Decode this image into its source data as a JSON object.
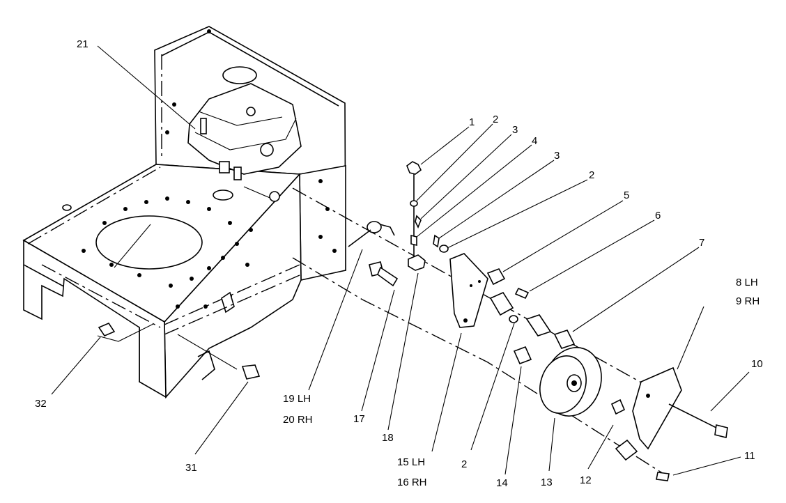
{
  "callouts": {
    "c1": "1",
    "c2a": "2",
    "c3a": "3",
    "c4": "4",
    "c3b": "3",
    "c2b": "2",
    "c5": "5",
    "c6": "6",
    "c7": "7",
    "c8": "8 LH",
    "c9": "9 RH",
    "c10": "10",
    "c11": "11",
    "c12": "12",
    "c13": "13",
    "c14": "14",
    "c2c": "2",
    "c15": "15 LH",
    "c16": "16 RH",
    "c17": "17",
    "c18": "18",
    "c19": "19 LH",
    "c20": "20 RH",
    "c21": "21",
    "c31": "31",
    "c32": "32"
  }
}
